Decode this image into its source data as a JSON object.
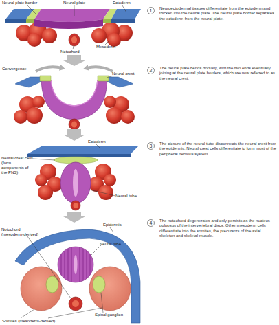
{
  "diagram": {
    "nodes": [
      {
        "text": [
          "1"
        ]
      },
      {
        "text": [
          "2"
        ]
      },
      {
        "text": [
          "3"
        ]
      },
      {
        "text": [
          "4"
        ]
      }
    ],
    "labels": [
      "Neural plate border",
      "Neural plate",
      "Ectoderm",
      "Mesoderm",
      "Notochord",
      "Neuroectodermal tissues differentiate from the ectoderm and thicken into the neural plate. The neural plate border separates the ectoderm from the neural plate.",
      "Convergence",
      "Neural crest",
      "The neural plate bends dorsally, with the two ends eventually joining at the neural plate borders, which are now referred to as the neural crest.",
      "Ectoderm",
      "Neural crest cells (form components of the PNS)",
      "Neural tube",
      "The closure of the neural tube disconnects the neural crest from the epidermis. Neural crest cells differentiate to form most of the peripheral nervous system.",
      "Notochord (mesoderm-derived)",
      "Epidermis",
      "Neural tube",
      "Spinal ganglion",
      "Somites (mesoderm-derived)",
      "The notochord degenerates and only persists as the nucleus pulposus of the intervertebral discs. Other mesoderm cells differentiate into the somites, the precursors of the axial skeleton and skeletal muscle."
    ]
  }
}
